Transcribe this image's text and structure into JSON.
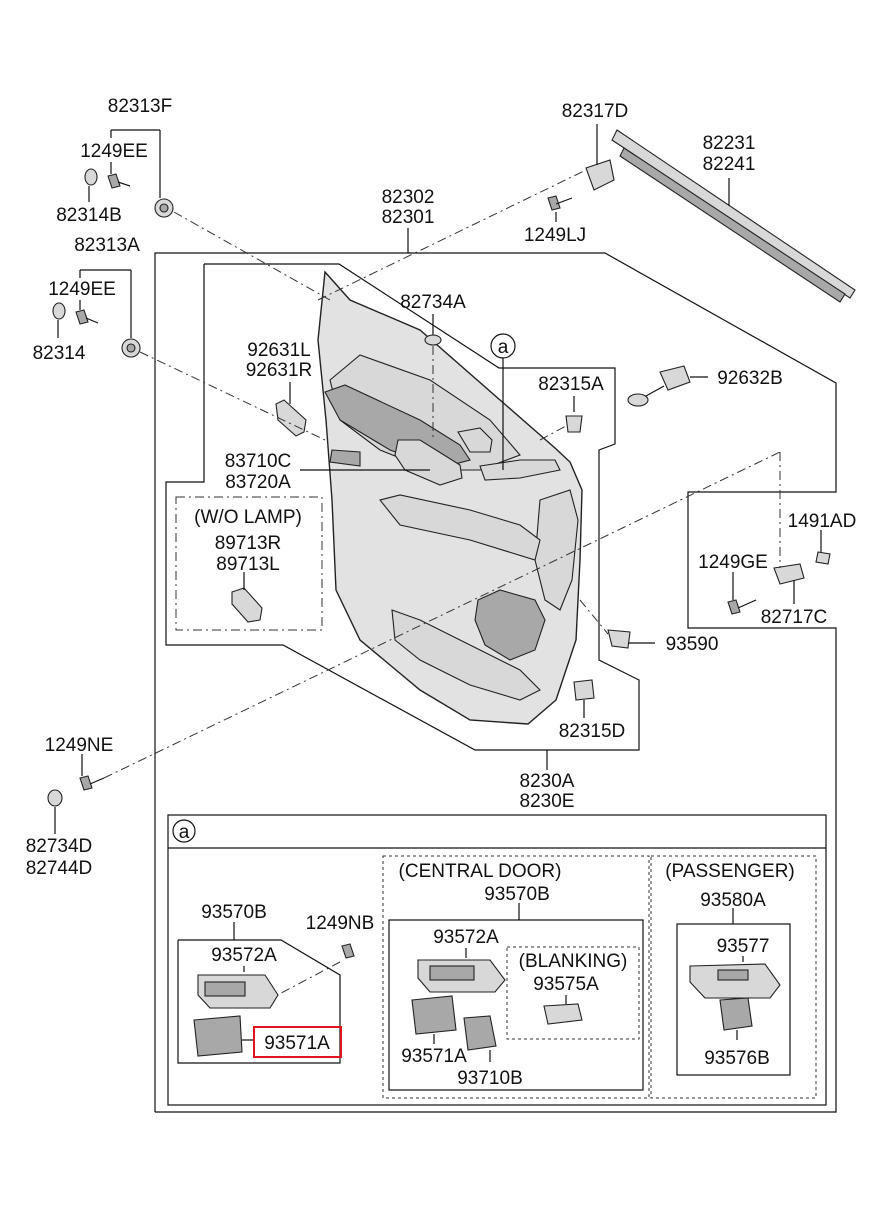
{
  "labels": {
    "p82313F": "82313F",
    "p1249EE_a": "1249EE",
    "p82314B": "82314B",
    "p82313A": "82313A",
    "p1249EE_b": "1249EE",
    "p82314": "82314",
    "p82317D": "82317D",
    "p1249LJ": "1249LJ",
    "p82231": "82231",
    "p82241": "82241",
    "p82302": "82302",
    "p82301": "82301",
    "p82734A": "82734A",
    "p_a_circle": "a",
    "p92632B": "92632B",
    "p82315A": "82315A",
    "p92631L": "92631L",
    "p92631R": "92631R",
    "p83710C": "83710C",
    "p83720A": "83720A",
    "wo_lamp": "(W/O LAMP)",
    "p89713R": "89713R",
    "p89713L": "89713L",
    "p1491AD": "1491AD",
    "p1249GE": "1249GE",
    "p82717C": "82717C",
    "p93590": "93590",
    "p82315D": "82315D",
    "p8230A": "8230A",
    "p8230E": "8230E",
    "p1249NE": "1249NE",
    "p82734D": "82734D",
    "p82744D": "82744D"
  },
  "detail": {
    "tag": "a",
    "central_door": "(CENTRAL DOOR)",
    "passenger": "(PASSENGER)",
    "blanking": "(BLANKING)",
    "p93570B_left": "93570B",
    "p1249NB": "1249NB",
    "p93572A_left": "93572A",
    "p93571A_left": "93571A",
    "p93570B_center": "93570B",
    "p93572A_center": "93572A",
    "p93575A": "93575A",
    "p93571A_center": "93571A",
    "p93710B": "93710B",
    "p93580A": "93580A",
    "p93577": "93577",
    "p93576B": "93576B"
  },
  "highlight_color": "#e0141e"
}
